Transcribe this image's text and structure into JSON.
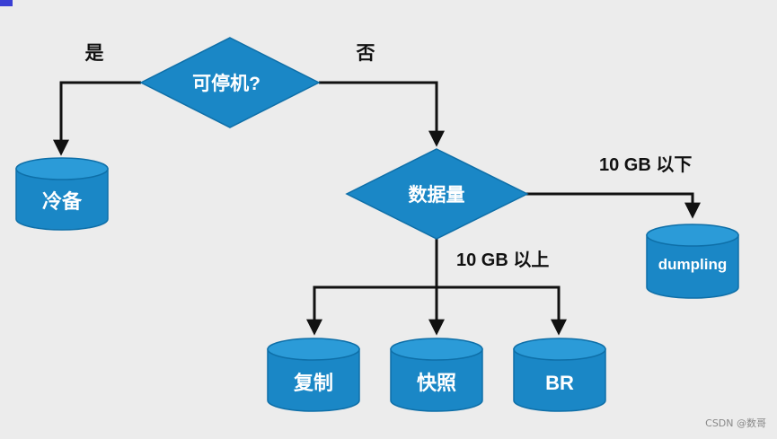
{
  "nodes": {
    "can_stop": "可停机?",
    "data_size": "数据量",
    "cold_backup": "冷备",
    "dumpling": "dumpling",
    "replication": "复制",
    "snapshot": "快照",
    "br": "BR"
  },
  "edge_labels": {
    "yes": "是",
    "no": "否",
    "below_10gb": "10 GB 以下",
    "above_10gb": "10 GB 以上"
  },
  "colors": {
    "shape_fill": "#1a87c6",
    "background": "#ececec"
  },
  "watermark": "CSDN @数哥"
}
